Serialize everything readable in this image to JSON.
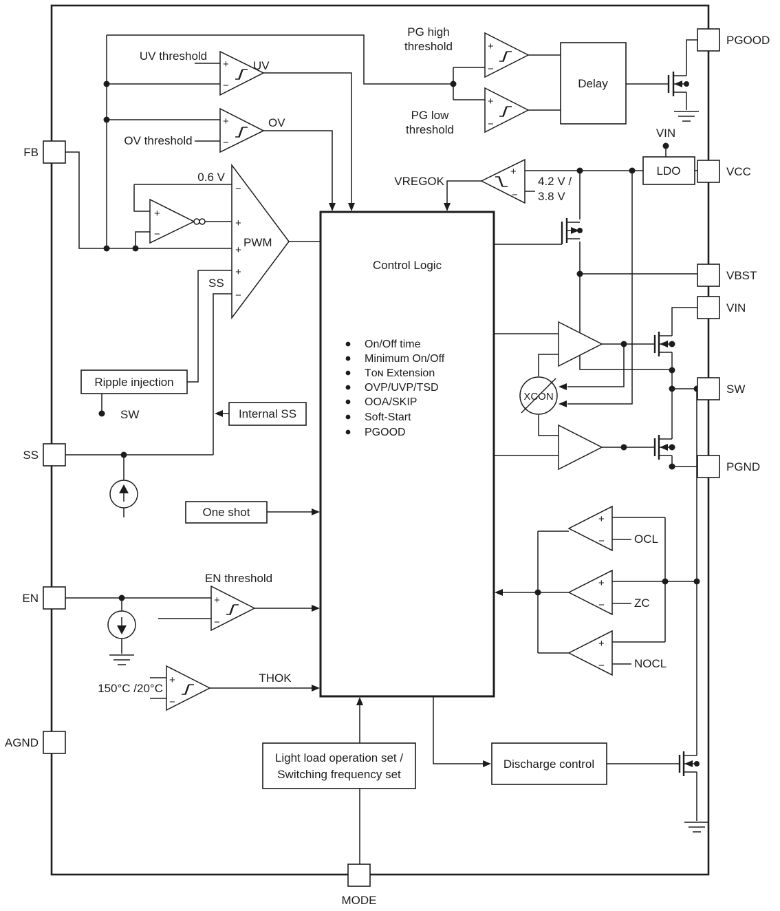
{
  "diagram": {
    "pins": {
      "fb": "FB",
      "ss": "SS",
      "en": "EN",
      "agnd": "AGND",
      "mode": "MODE",
      "pgood": "PGOOD",
      "vcc": "VCC",
      "vbst": "VBST",
      "vin": "VIN",
      "sw": "SW",
      "pgnd": "PGND"
    },
    "thresholds": {
      "uv": "UV threshold",
      "ov": "OV threshold",
      "pg_high_line1": "PG high",
      "pg_high_line2": "threshold",
      "pg_low_line1": "PG low",
      "pg_low_line2": "threshold",
      "en": "EN threshold",
      "vreg_line1": "4.2 V /",
      "vreg_line2": "3.8 V",
      "temp": "150°C /20°C",
      "vref": "0.6 V"
    },
    "signals": {
      "uv": "UV",
      "ov": "OV",
      "pwm": "PWM",
      "vregok": "VREGOK",
      "thok": "THOK",
      "ss": "SS",
      "sw": "SW",
      "vin_internal": "VIN",
      "ocl": "OCL",
      "zc": "ZC",
      "nocl": "NOCL",
      "xcon": "XCON"
    },
    "blocks": {
      "delay": "Delay",
      "ldo": "LDO",
      "ripple_injection": "Ripple injection",
      "internal_ss": "Internal SS",
      "one_shot": "One shot",
      "light_load_line1": "Light load operation set /",
      "light_load_line2": "Switching frequency set",
      "discharge_control": "Discharge control"
    },
    "control_logic": {
      "title": "Control Logic",
      "items": [
        "On/Off time",
        "Minimum On/Off",
        "Tᴏɴ Extension",
        "OVP/UVP/TSD",
        "OOA/SKIP",
        "Soft-Start",
        "PGOOD"
      ]
    },
    "glyphs": {
      "plus": "+",
      "minus": "−"
    }
  }
}
